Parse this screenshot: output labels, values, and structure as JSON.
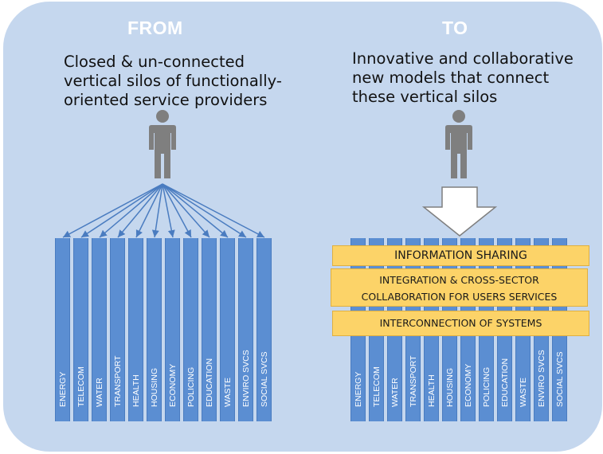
{
  "from": {
    "heading": "FROM",
    "description": [
      "Closed & un-connected",
      "vertical silos of functionally-",
      "oriented service providers"
    ]
  },
  "to": {
    "heading": "TO",
    "description": [
      "Innovative and collaborative",
      "new models that connect",
      "these vertical silos"
    ]
  },
  "silos": [
    "ENERGY",
    "TELECOM",
    "WATER",
    "TRANSPORT",
    "HEALTH",
    "HOUSING",
    "ECONOMY",
    "POLICING",
    "EDUCATION",
    "WASTE",
    "ENVIRO SVCS",
    "SOCIAL SVCS"
  ],
  "layers": [
    {
      "lines": [
        "INFORMATION SHARING"
      ]
    },
    {
      "lines": [
        "INTEGRATION & CROSS-SECTOR",
        "COLLABORATION FOR USERS SERVICES"
      ]
    },
    {
      "lines": [
        "INTERCONNECTION OF SYSTEMS"
      ]
    }
  ],
  "colors": {
    "background": "#c5d7ee",
    "silo": "#5b8ed2",
    "layer": "#fcd368",
    "person": "#7f7f7f",
    "arrow_lines": "#4a7cc0"
  }
}
